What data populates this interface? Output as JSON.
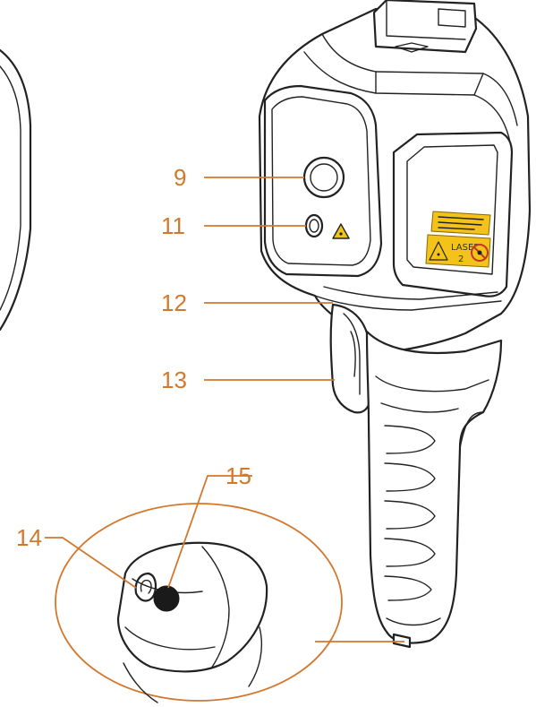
{
  "colors": {
    "callout": "#d2782d",
    "outline": "#222222",
    "laser_sticker": "#f3c31a"
  },
  "callouts": [
    {
      "id": "9",
      "label": "9"
    },
    {
      "id": "11",
      "label": "11"
    },
    {
      "id": "12",
      "label": "12"
    },
    {
      "id": "13",
      "label": "13"
    },
    {
      "id": "14",
      "label": "14"
    },
    {
      "id": "15",
      "label": "15"
    }
  ],
  "laser_sticker": {
    "laser_text": "LASER",
    "class_text": "2"
  },
  "icons": [
    "laser-warning-icon",
    "no-stare-icon"
  ]
}
